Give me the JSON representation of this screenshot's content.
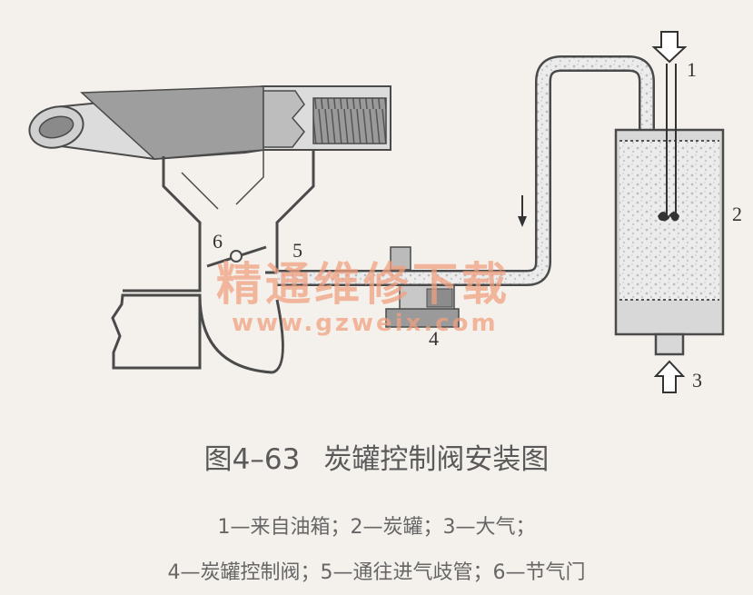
{
  "labels": {
    "l1": "1",
    "l2": "2",
    "l3": "3",
    "l4": "4",
    "l5": "5",
    "l6": "6"
  },
  "watermark": {
    "cn": "精通维修下载",
    "url": "www.gzweix.com"
  },
  "figure": {
    "number": "图4–63",
    "title": "炭罐控制阀安装图"
  },
  "legend": {
    "line1": "1—来自油箱；2—炭罐；3—大气；",
    "line2": "4—炭罐控制阀；5—通往进气歧管；6—节气门"
  },
  "colors": {
    "metal": "#e2e2e2",
    "dark": "#7d7d7d",
    "line": "#4a4a4a",
    "watermark": "#f0a080"
  }
}
